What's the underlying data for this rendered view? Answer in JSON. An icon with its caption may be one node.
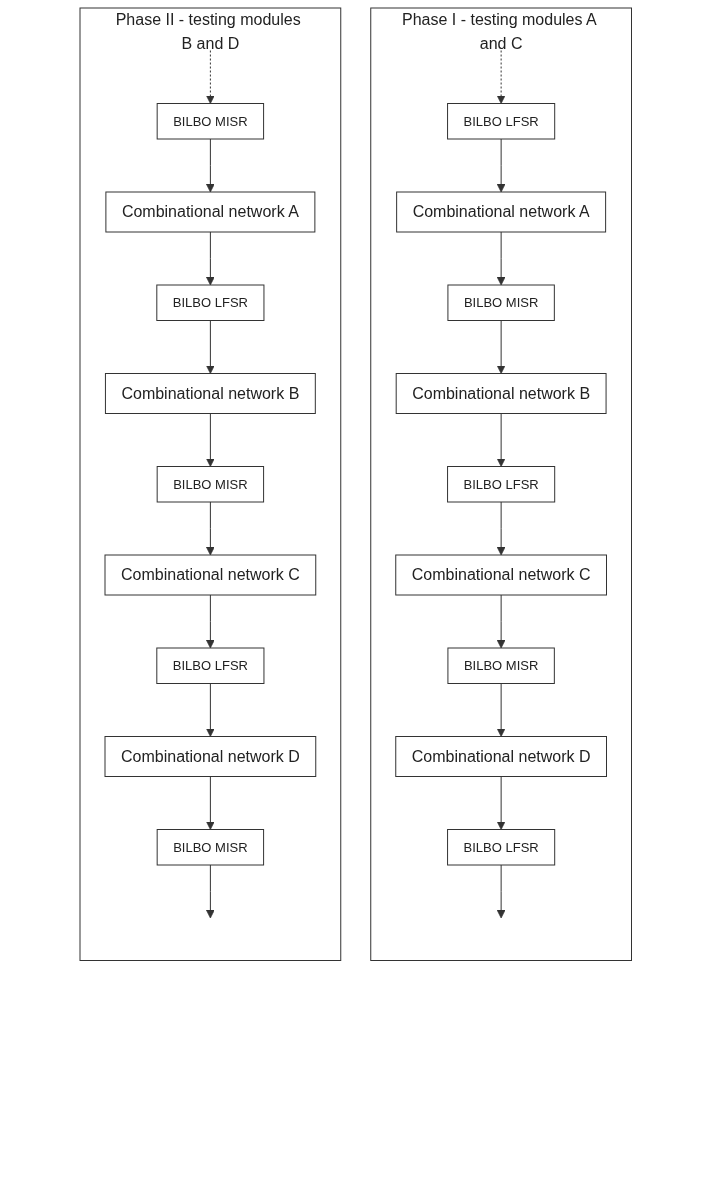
{
  "diagram": {
    "nodes": [
      {
        "text": [
          "Phase I - testing modules A and C"
        ]
      },
      {
        "text": [
          "BILBO LFSR"
        ],
        "in": 0
      },
      {
        "text": [
          "Combinational network A"
        ],
        "in": 0
      },
      {
        "text": [
          "BILBO MISR"
        ],
        "in": 0
      },
      {
        "text": [
          "Combinational network B"
        ],
        "in": 0
      },
      {
        "text": [
          "BILBO LFSR"
        ],
        "in": 0
      },
      {
        "text": [
          "Combinational network C"
        ],
        "in": 0
      },
      {
        "text": [
          "BILBO MISR"
        ],
        "in": 0
      },
      {
        "text": [
          "Combinational network D"
        ],
        "in": 0
      },
      {
        "text": [
          "BILBO LFSR"
        ],
        "in": 0
      },
      {
        "text": [
          "Phase II - testing modules B and D"
        ]
      },
      {
        "text": [
          "BILBO MISR"
        ],
        "in": 10
      },
      {
        "text": [
          "Combinational network A"
        ],
        "in": 10
      },
      {
        "text": [
          "BILBO LFSR"
        ],
        "in": 10
      },
      {
        "text": [
          "Combinational network B"
        ],
        "in": 10
      },
      {
        "text": [
          "BILBO MISR"
        ],
        "in": 10
      },
      {
        "text": [
          "Combinational network C"
        ],
        "in": 10
      },
      {
        "text": [
          "BILBO LFSR"
        ],
        "in": 10
      },
      {
        "text": [
          "Combinational network D"
        ],
        "in": 10
      },
      {
        "text": [
          "BILBO MISR"
        ],
        "in": 10
      }
    ],
    "edges": [
      {
        "from": null,
        "to": 1,
        "arrow": "to",
        "style": "dashed"
      },
      {
        "from": 1,
        "to": 2,
        "arrow": "to"
      },
      {
        "from": 2,
        "to": 3,
        "arrow": "to"
      },
      {
        "from": 3,
        "to": 4,
        "arrow": "to"
      },
      {
        "from": 4,
        "to": 5,
        "arrow": "to"
      },
      {
        "from": 5,
        "to": 6,
        "arrow": "to"
      },
      {
        "from": 6,
        "to": 7,
        "arrow": "to"
      },
      {
        "from": 7,
        "to": 8,
        "arrow": "to"
      },
      {
        "from": 8,
        "to": 9,
        "arrow": "to"
      },
      {
        "from": 9,
        "to": null,
        "arrow": "to"
      },
      {
        "from": null,
        "to": 11,
        "arrow": "to",
        "style": "dashed"
      },
      {
        "from": 11,
        "to": 12,
        "arrow": "to"
      },
      {
        "from": 12,
        "to": 13,
        "arrow": "to"
      },
      {
        "from": 13,
        "to": 14,
        "arrow": "to"
      },
      {
        "from": 14,
        "to": 15,
        "arrow": "to"
      },
      {
        "from": 15,
        "to": 16,
        "arrow": "to"
      },
      {
        "from": 16,
        "to": 17,
        "arrow": "to"
      },
      {
        "from": 17,
        "to": 18,
        "arrow": "to"
      },
      {
        "from": 18,
        "to": 19,
        "arrow": "to"
      },
      {
        "from": 19,
        "to": null,
        "arrow": "to"
      }
    ]
  }
}
